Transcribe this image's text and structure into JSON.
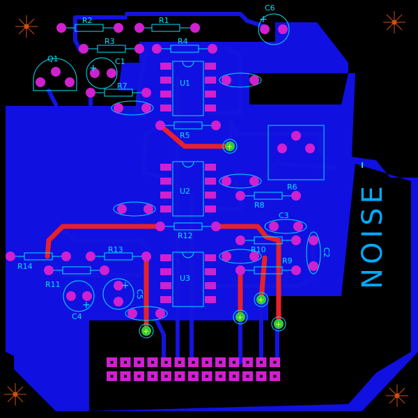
{
  "board": {
    "title": "NOISE",
    "colors": {
      "background": "#000000",
      "copper_plane": "#1010e0",
      "top_trace": "#e8202a",
      "pad": "#d020d0",
      "silkscreen": "#00e5ff"
    },
    "labels": {
      "r1": "R1",
      "r2": "R2",
      "r3": "R3",
      "r4": "R4",
      "r5": "R5",
      "r6": "R6",
      "r7": "R7",
      "r8": "R8",
      "r9": "R9",
      "r10": "R10",
      "r11": "R11",
      "r12": "R12",
      "r13": "R13",
      "r14": "R14",
      "c1": "C1",
      "c2": "C2",
      "c3": "C3",
      "c4": "C4",
      "c5": "C5",
      "c6": "C6",
      "q1": "Q1",
      "u1": "U1",
      "u2": "U2",
      "u3": "U3"
    },
    "icons": [
      "fiducial-star-icon",
      "plus-polarity-icon"
    ]
  }
}
